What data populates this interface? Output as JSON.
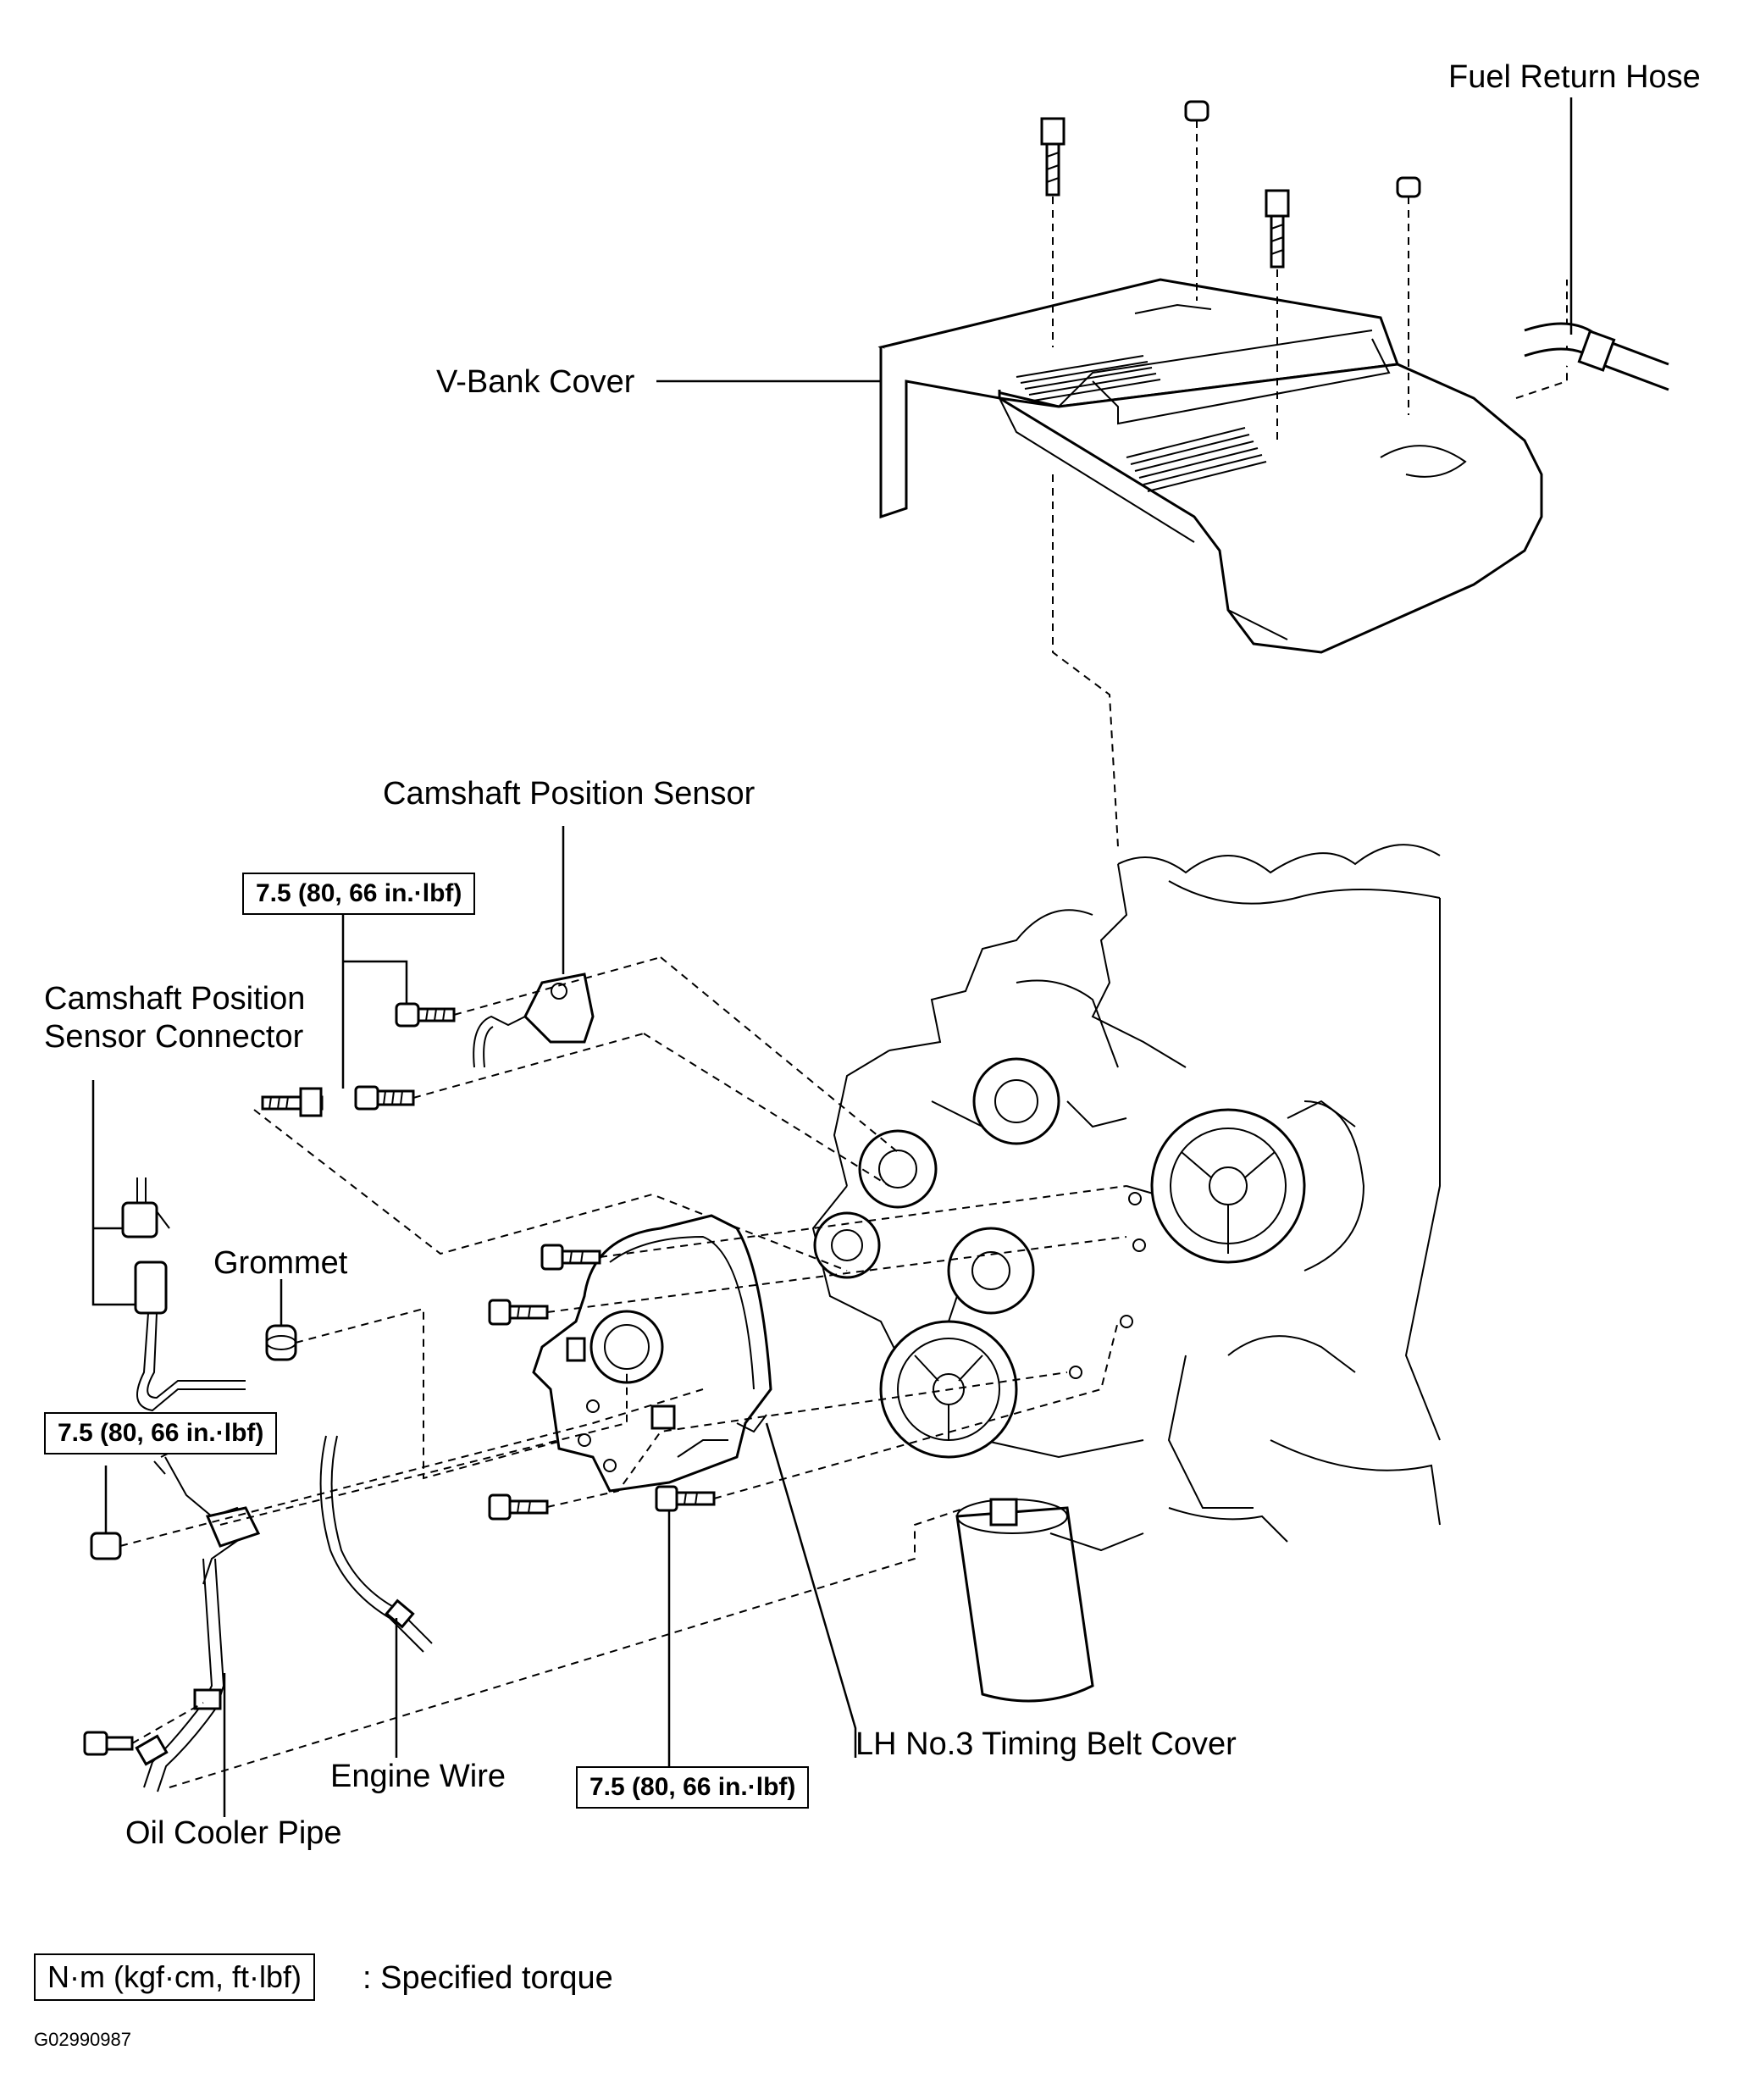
{
  "labels": {
    "fuel_return_hose": "Fuel Return Hose",
    "v_bank_cover": "V-Bank Cover",
    "camshaft_position_sensor": "Camshaft Position Sensor",
    "camshaft_position_sensor_connector_line1": "Camshaft Position",
    "camshaft_position_sensor_connector_line2": "Sensor Connector",
    "grommet": "Grommet",
    "lh_no3_timing_belt_cover": "LH No.3 Timing Belt Cover",
    "engine_wire": "Engine Wire",
    "oil_cooler_pipe": "Oil Cooler Pipe"
  },
  "torques": {
    "camshaft_sensor_bolts": "7.5 (80, 66 in.·lbf)",
    "oil_cooler_pipe_nut": "7.5 (80, 66 in.·lbf)",
    "timing_belt_cover_bolt": "7.5 (80, 66 in.·lbf)"
  },
  "legend": {
    "unit_box": "N·m (kgf·cm, ft·lbf)",
    "description": ": Specified torque"
  },
  "figure_id": "G02990987"
}
